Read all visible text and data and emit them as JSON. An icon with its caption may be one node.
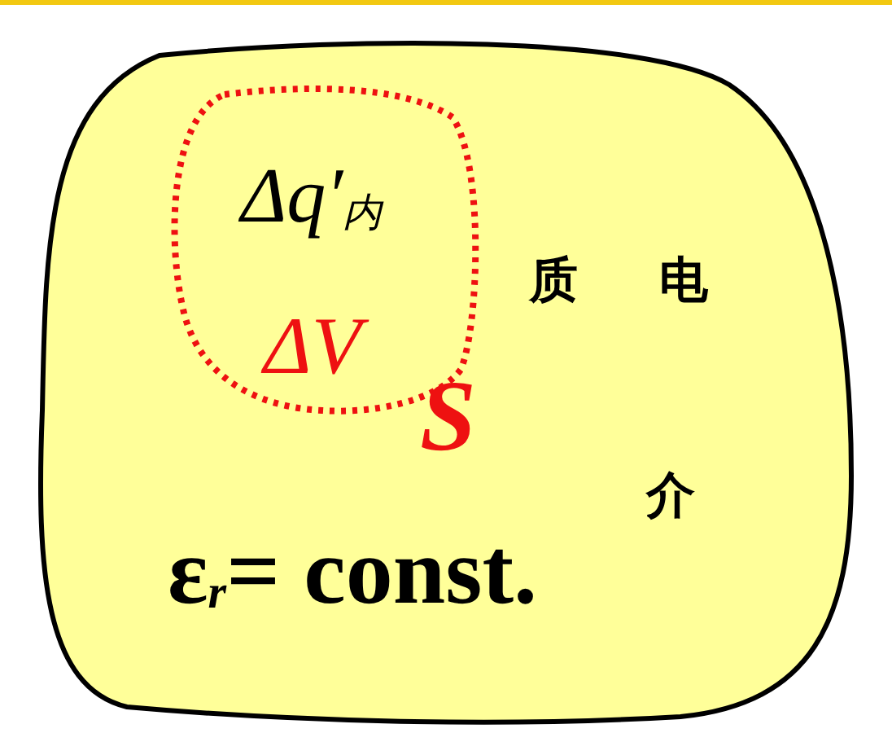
{
  "diagram": {
    "nodes": [
      {
        "text": [],
        "shape": "blob"
      },
      {
        "text": [
          "Δq′$_{内}$",
          "ΔV"
        ],
        "in": 0,
        "beside": [
          "S"
        ]
      }
    ],
    "labels": [
      "质",
      "电",
      "介",
      "ε$_{r}$= const."
    ]
  }
}
